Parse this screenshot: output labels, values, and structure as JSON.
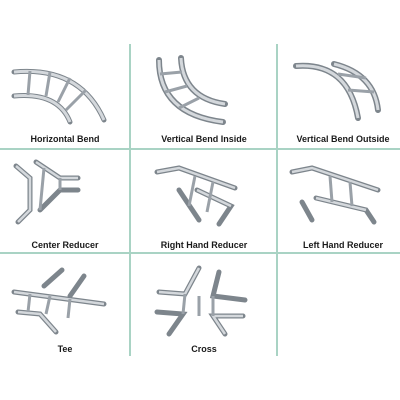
{
  "products": [
    {
      "label": "Horizontal Bend",
      "icon": "horizontal-bend-icon"
    },
    {
      "label": "Vertical Bend Inside",
      "icon": "vertical-bend-inside-icon"
    },
    {
      "label": "Vertical Bend Outside",
      "icon": "vertical-bend-outside-icon"
    },
    {
      "label": "Center Reducer",
      "icon": "center-reducer-icon"
    },
    {
      "label": "Right Hand Reducer",
      "icon": "right-hand-reducer-icon"
    },
    {
      "label": "Left Hand Reducer",
      "icon": "left-hand-reducer-icon"
    },
    {
      "label": "Tee",
      "icon": "tee-icon"
    },
    {
      "label": "Cross",
      "icon": "cross-icon"
    }
  ],
  "colors": {
    "divider": "#a9d3c4",
    "metal": "#c9ced3",
    "metal_dark": "#7d858c"
  }
}
